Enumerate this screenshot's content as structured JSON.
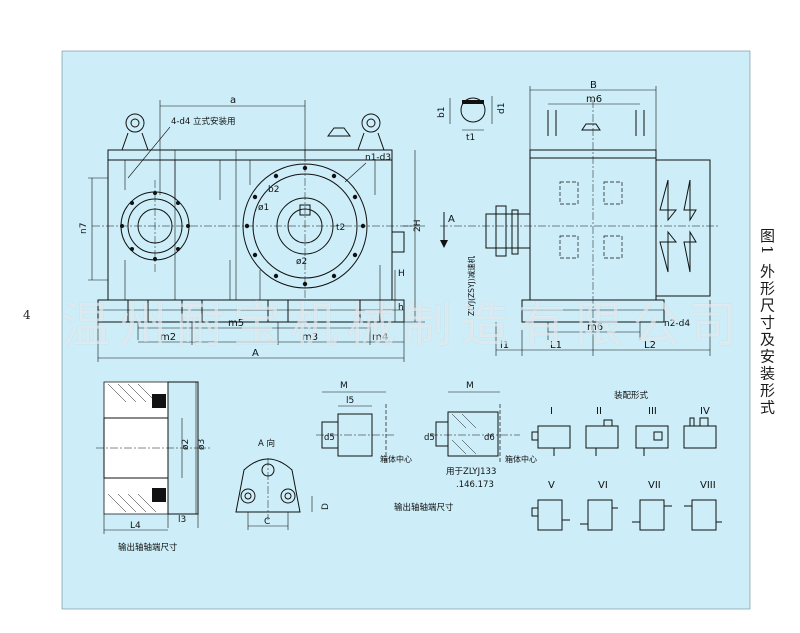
{
  "page": {
    "number": "4",
    "caption": "图1 外形尺寸及安装形式",
    "watermark": "温州耐宝机械制造有限公司"
  },
  "colors": {
    "panel": "#cdeef8",
    "line": "#111111"
  },
  "front_view": {
    "top_dim": "a",
    "mount_note": "4-d4 立式安装用",
    "hole_note": "n1-d3",
    "b2": "b2",
    "phi1": "ø1",
    "t2": "t2",
    "phi2": "ø2",
    "n7": "n7",
    "right_dims": [
      "2H",
      "H",
      "h"
    ],
    "bottom_dims": {
      "m5": "m5",
      "m2": "m2",
      "m3": "m3",
      "m4": "m4",
      "A": "A"
    }
  },
  "side_view": {
    "top_dims": {
      "B": "B",
      "m6": "m6"
    },
    "shaft": {
      "b1": "b1",
      "d1": "d1",
      "t1": "t1"
    },
    "A_arrow": "A",
    "motor_note": "ZLYJ(ZSYJ)减速机",
    "bottom_dims": {
      "m6": "m6",
      "n2": "n2-d4",
      "L1": "L1",
      "L2": "L2",
      "l1": "l1"
    }
  },
  "output_shaft": {
    "dims": [
      "ø2",
      "ø3",
      "l3",
      "L4"
    ],
    "caption": "输出轴轴端尺寸"
  },
  "a_view": {
    "title": "A 向",
    "C": "C",
    "D": "D"
  },
  "input_shaft": {
    "M": "M",
    "l5": "l5",
    "d5": "d5",
    "center": "箱体中心",
    "caption": "输出轴轴端尺寸"
  },
  "input_shaft_2": {
    "M": "M",
    "d5": "d5",
    "d6": "d6",
    "center": "箱体中心",
    "series_note": "用于ZLYJ133",
    "series_note2": ".146.173"
  },
  "mount_forms": {
    "title": "装配形式",
    "labels": [
      "I",
      "II",
      "III",
      "IV",
      "V",
      "VI",
      "VII",
      "VIII"
    ]
  }
}
